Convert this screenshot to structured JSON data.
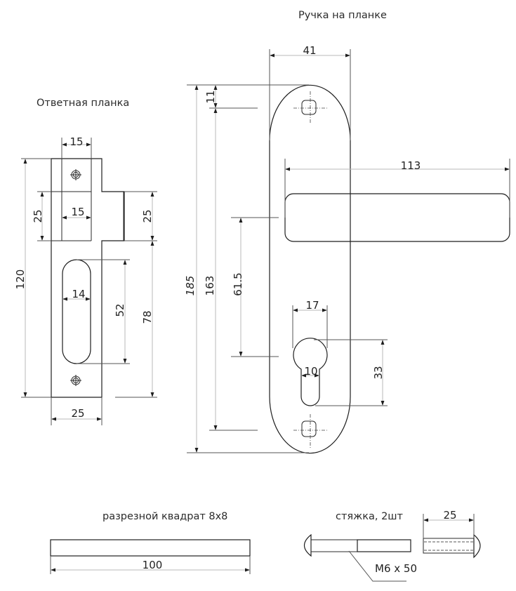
{
  "titles": {
    "strike_plate": "Ответная планка",
    "handle_plate": "Ручка на планке",
    "square_spindle": "разрезной квадрат 8х8",
    "tie_bolt": "стяжка, 2шт"
  },
  "strike_plate": {
    "dims": {
      "top_tab_width": "15",
      "window_width": "15",
      "left_step_height": "25",
      "right_step_height": "25",
      "overall_height": "120",
      "slot_width": "14",
      "slot_length": "52",
      "lower_height": "78",
      "plate_width": "25"
    }
  },
  "handle_plate": {
    "dims": {
      "plate_width": "41",
      "top_hole_offset": "11",
      "lever_length": "113",
      "overall_height": "185",
      "hole_spacing": "163",
      "backset": "61.5",
      "cylinder_round_width": "17",
      "cylinder_stem_width": "10",
      "cylinder_height": "33"
    }
  },
  "square_spindle": {
    "dims": {
      "length": "100"
    }
  },
  "tie_bolt": {
    "dims": {
      "sleeve_length": "25"
    },
    "callout": "М6 х 50"
  }
}
